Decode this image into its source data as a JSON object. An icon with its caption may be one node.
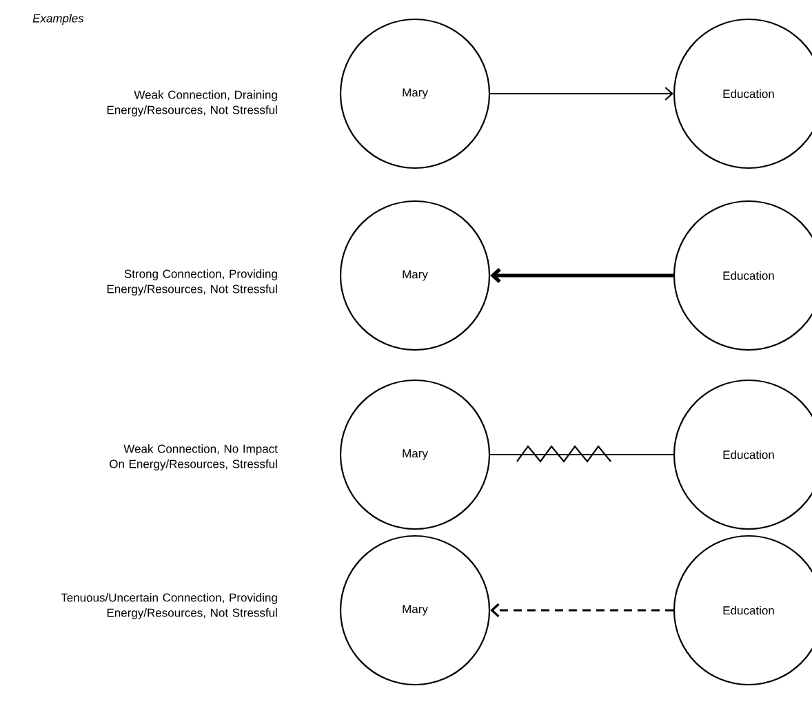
{
  "diagram": {
    "title": "Examples",
    "nodes": [
      {
        "text": [
          "Mary"
        ]
      },
      {
        "text": [
          "Education"
        ]
      },
      {
        "text": [
          "Mary"
        ]
      },
      {
        "text": [
          "Education"
        ]
      },
      {
        "text": [
          "Mary"
        ]
      },
      {
        "text": [
          "Education"
        ]
      },
      {
        "text": [
          "Mary"
        ]
      },
      {
        "text": [
          "Education"
        ]
      }
    ],
    "edges": [
      {
        "from": 0,
        "to": 1,
        "arrow": "to"
      },
      {
        "from": 3,
        "to": 2,
        "arrow": "to",
        "style": "thick"
      },
      {
        "from": 4,
        "to": 5,
        "arrow": "none"
      },
      {
        "from": 7,
        "to": 6,
        "arrow": "to",
        "style": "dashed"
      }
    ],
    "labels": [
      "Weak Connection, Draining Energy/Resources, Not Stressful",
      "Strong Connection, Providing Energy/Resources, Not Stressful",
      "Weak Connection, No Impact On Energy/Resources, Stressful",
      "Tenuous/Uncertain Connection, Providing Energy/Resources, Not Stressful"
    ]
  }
}
